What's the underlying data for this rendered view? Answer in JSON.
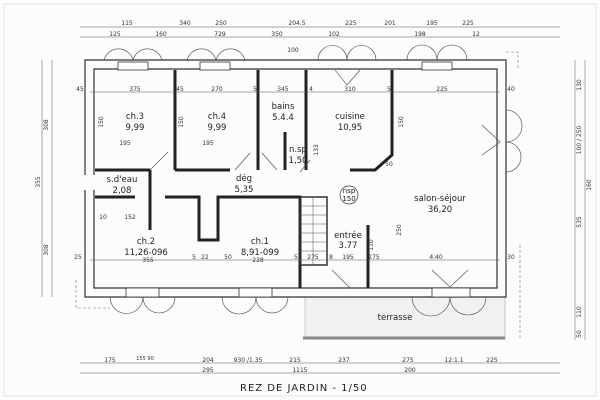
{
  "title": "REZ DE JARDIN - 1/50",
  "rooms": {
    "ch3": {
      "name": "ch.3",
      "area": "9,99"
    },
    "ch4": {
      "name": "ch.4",
      "area": "9,99"
    },
    "bains": {
      "name": "bains",
      "area": "5.4.4"
    },
    "cuisine": {
      "name": "cuisine",
      "area": "10,95"
    },
    "nsp1": {
      "name": "n.sp",
      "area": "1,50"
    },
    "nsp2": {
      "name": "nsp",
      "area": "150"
    },
    "sdeau": {
      "name": "s.d'eau",
      "area": "2,08"
    },
    "deg": {
      "name": "dég",
      "area": "5,35"
    },
    "salon": {
      "name": "salon-séjour",
      "area": "36,20"
    },
    "ch2": {
      "name": "ch.2",
      "area": "11,26-096"
    },
    "ch1": {
      "name": "ch.1",
      "area": "8,91-099"
    },
    "entree": {
      "name": "entrée",
      "area": "3.77"
    },
    "terrasse": {
      "name": "terrasse"
    }
  },
  "dimensions": {
    "top_row1": [
      "115",
      "340",
      "250",
      "204.5",
      "225",
      "201",
      "195",
      "225"
    ],
    "top_row2": [
      "125",
      "160",
      "729",
      "350",
      "102",
      "198",
      "12"
    ],
    "inner_top": [
      "45",
      "375",
      "45",
      "270",
      "5",
      "345",
      "4",
      "310",
      "5",
      "225",
      "40"
    ],
    "inner_bottom": [
      "25",
      "355",
      "5",
      "22",
      "50",
      "228",
      "5",
      "275",
      "8",
      "195",
      "275",
      "4.40",
      "30"
    ],
    "bottom_row1": [
      "175",
      "155 90",
      "204",
      "930 /1.35",
      "215",
      "237",
      "275",
      "12:1.1",
      "225"
    ],
    "bottom_row2": [
      "295",
      "1115",
      "200"
    ],
    "left": [
      "308",
      "355",
      "308"
    ],
    "right": [
      "130",
      "100 / 250",
      "160",
      "535",
      "110",
      "50"
    ],
    "misc": [
      "195",
      "195",
      "100",
      "150",
      "150",
      "133",
      "50",
      "150",
      "250",
      "110",
      "152",
      "10"
    ]
  }
}
